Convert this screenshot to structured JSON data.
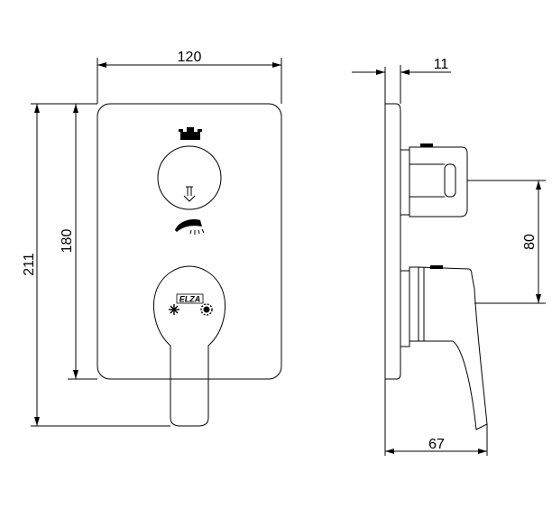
{
  "dimensions": {
    "front_width": "120",
    "front_inner_height": "180",
    "front_total_height": "211",
    "side_plate_thickness": "11",
    "side_spacing": "80",
    "side_depth": "67"
  },
  "logo_text": "ELZA",
  "icons": {
    "top_symbol": "shower-head-icon",
    "bottom_symbol": "hand-shower-icon",
    "divert_arrow": "down-arrow-icon",
    "cold_symbol": "snowflake-icon",
    "hot_symbol": "sun-icon"
  },
  "colors": {
    "line": "#000000",
    "background": "#ffffff"
  }
}
